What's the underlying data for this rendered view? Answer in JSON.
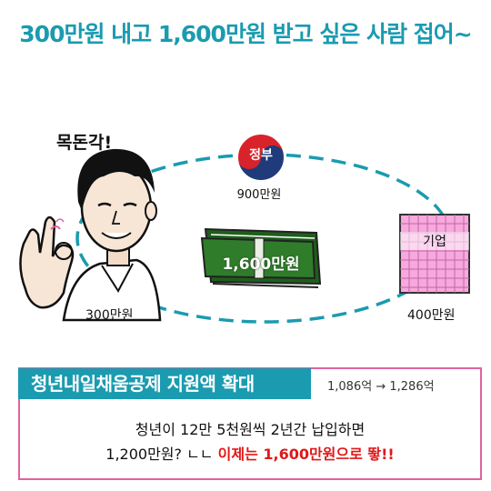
{
  "headline": "300만원 내고 1,600만원 받고 싶은 사람 접어~",
  "speech": "목돈각!",
  "government": {
    "emblem_text": "정부",
    "amount": "900만원"
  },
  "person": {
    "amount": "300만원"
  },
  "company": {
    "name": "기업",
    "amount": "400만원"
  },
  "money_stack": {
    "label": "1,600만원"
  },
  "banner": {
    "title": "청년내일채움공제 지원액 확대",
    "stat_from": "1,086억",
    "arrow": "→",
    "stat_to": "1,286억"
  },
  "body": {
    "line1": "청년이 12만 5천원씩 2년간 납입하면",
    "line2_prefix": "1,200만원? ㄴㄴ ",
    "line2_highlight": "이제는 1,600만원으로 뙇!!"
  },
  "colors": {
    "accent": "#1a9bb0",
    "highlight": "#e01818",
    "box_border": "#e0639f",
    "money_green": "#2f7d2b",
    "company_pink": "#f7a8dc"
  }
}
